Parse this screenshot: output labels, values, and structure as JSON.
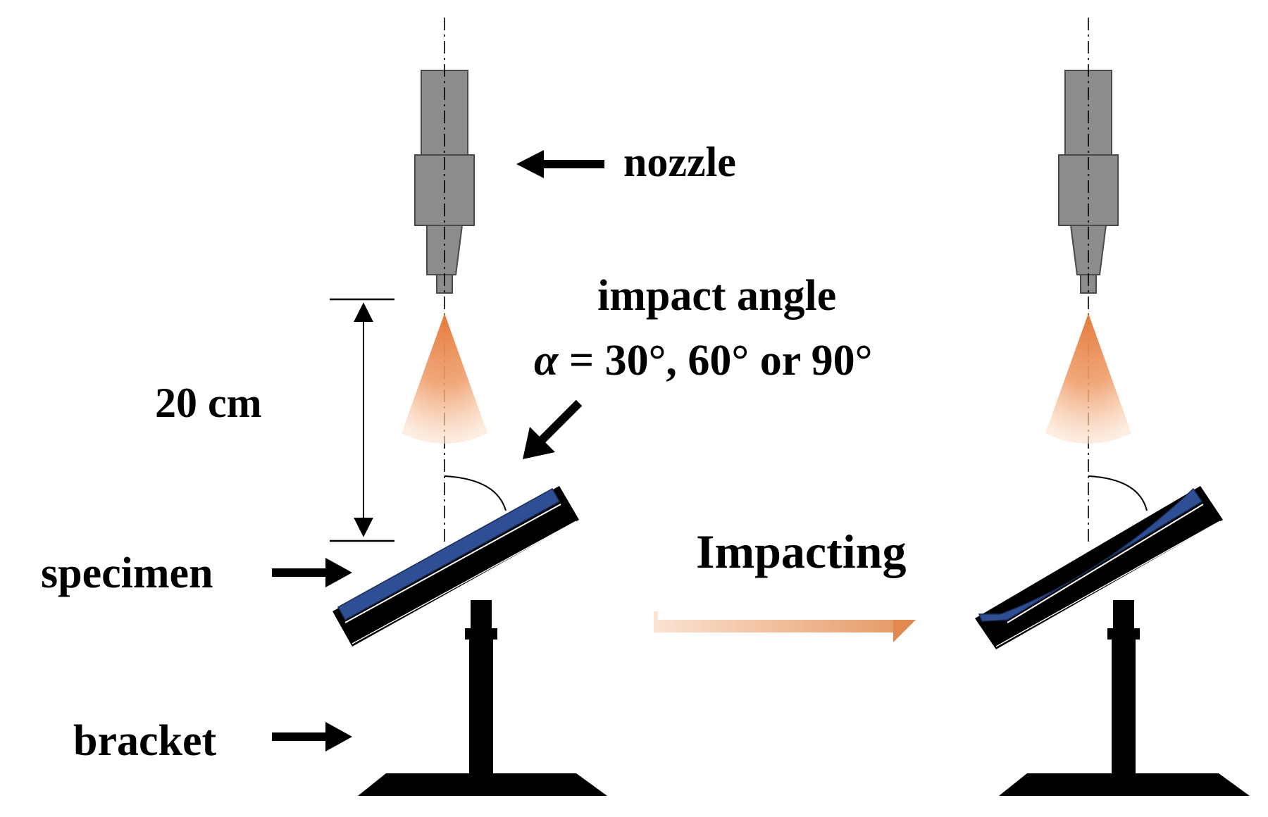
{
  "labels": {
    "nozzle": "nozzle",
    "impact_angle": "impact angle",
    "angle_symbol": "α",
    "angle_values": " = 30°, 60° or 90°",
    "distance": "20 cm",
    "specimen": "specimen",
    "bracket": "bracket",
    "process": "Impacting"
  },
  "colors": {
    "nozzle_body": "#8c8c8c",
    "spray": "#e98a4f",
    "specimen_surface": "#2f4f94",
    "holder": "#000000",
    "process_arrow": "#f2b48a"
  }
}
